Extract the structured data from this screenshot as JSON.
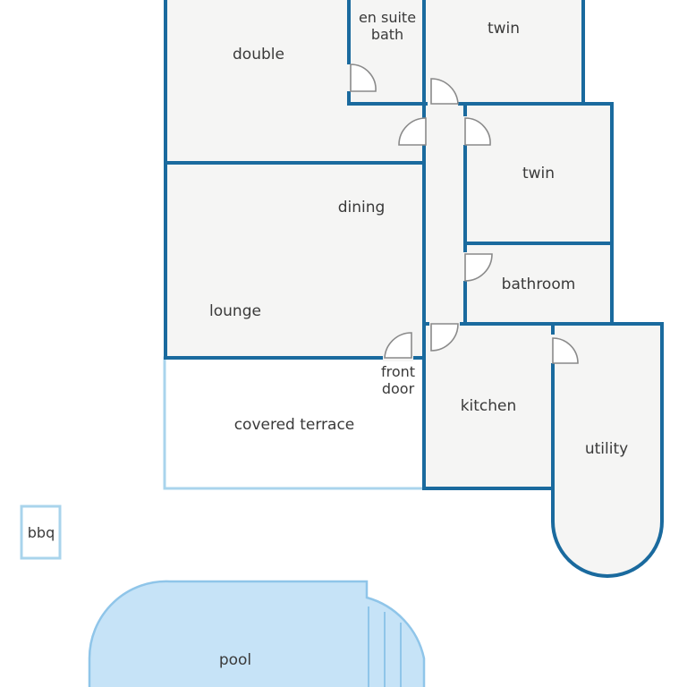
{
  "colors": {
    "wall": "#1a6a9e",
    "room_fill": "#f5f5f4",
    "outdoor_outline": "#a9d4ec",
    "pool_fill": "#c6e3f7",
    "label": "#3a3a3a"
  },
  "rooms": {
    "double": "double",
    "en_suite_line1": "en suite",
    "en_suite_line2": "bath",
    "twin_top": "twin",
    "twin_right": "twin",
    "dining": "dining",
    "lounge": "lounge",
    "bathroom": "bathroom",
    "front_door_line1": "front",
    "front_door_line2": "door",
    "kitchen": "kitchen",
    "utility": "utility",
    "covered_terrace": "covered terrace",
    "bbq": "bbq",
    "pool": "pool"
  }
}
